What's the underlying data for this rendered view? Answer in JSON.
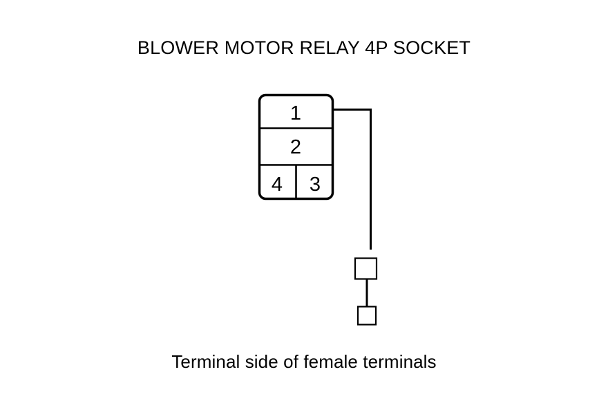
{
  "page": {
    "title": "BLOWER MOTOR RELAY 4P SOCKET",
    "caption": "Terminal side of female terminals",
    "background_color": "#ffffff",
    "line_color": "#000000"
  },
  "connector": {
    "name": "BLOWER MOTOR RELAY 4P SOCKET",
    "pin_count": 4,
    "shape": "rounded-rectangle",
    "rows": [
      {
        "cells": [
          {
            "pin": "1"
          }
        ]
      },
      {
        "cells": [
          {
            "pin": "2"
          }
        ]
      },
      {
        "cells": [
          {
            "pin": "4"
          },
          {
            "pin": "3"
          }
        ]
      }
    ]
  },
  "wire": {
    "from_pin": "1",
    "description": "wire from pin 1 routed right then down to terminal symbols"
  },
  "terminals": [
    {
      "shape": "rectangle",
      "size": "large"
    },
    {
      "shape": "rectangle",
      "size": "small"
    }
  ]
}
